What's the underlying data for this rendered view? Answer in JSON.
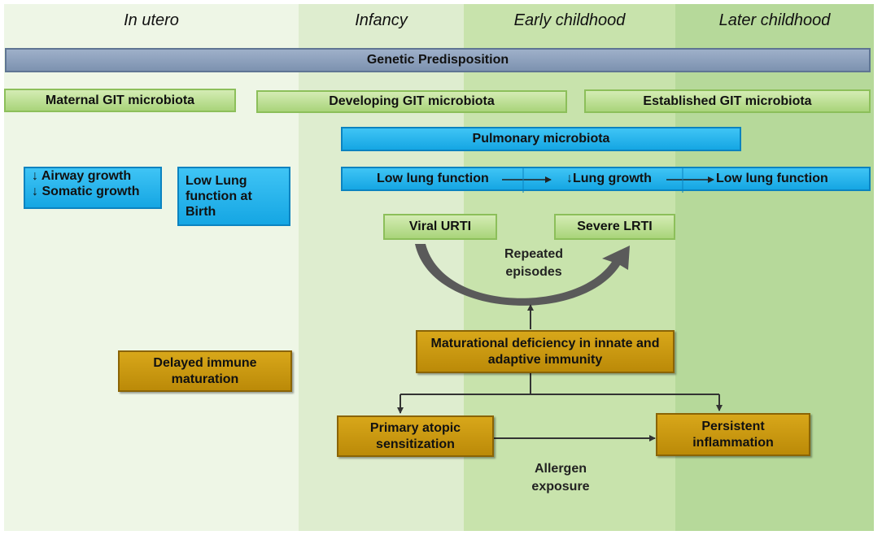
{
  "periods": [
    "In utero",
    "Infancy",
    "Early childhood",
    "Later childhood"
  ],
  "genetic": "Genetic Predisposition",
  "microbiota": {
    "maternal": "Maternal GIT microbiota",
    "developing": "Developing GIT microbiota",
    "established": "Established GIT microbiota",
    "pulmonary": "Pulmonary microbiota"
  },
  "utero": {
    "airway": "Airway growth",
    "somatic": "Somatic growth",
    "low_lung_birth": "Low Lung function at Birth"
  },
  "lung_chain": {
    "first": "Low lung function",
    "second": "Lung growth",
    "third": "Low lung function"
  },
  "infection": {
    "urti": "Viral URTI",
    "lrti": "Severe LRTI",
    "repeated": "Repeated episodes"
  },
  "immune": {
    "delayed": "Delayed immune maturation",
    "maturational": "Maturational deficiency in innate and adaptive immunity",
    "atopic": "Primary atopic sensitization",
    "inflammation": "Persistent inflammation",
    "allergen": "Allergen exposure"
  },
  "colors": {
    "band1": "#eef6e6",
    "band2": "#deedcf",
    "band3": "#c8e3ac",
    "band4": "#b6d99a",
    "green_box": "#b9dd8e",
    "blue_box": "#1eb1eb",
    "gold_box": "#c9980f",
    "gray_bar": "#8ea2bf",
    "arrow": "#555555"
  }
}
